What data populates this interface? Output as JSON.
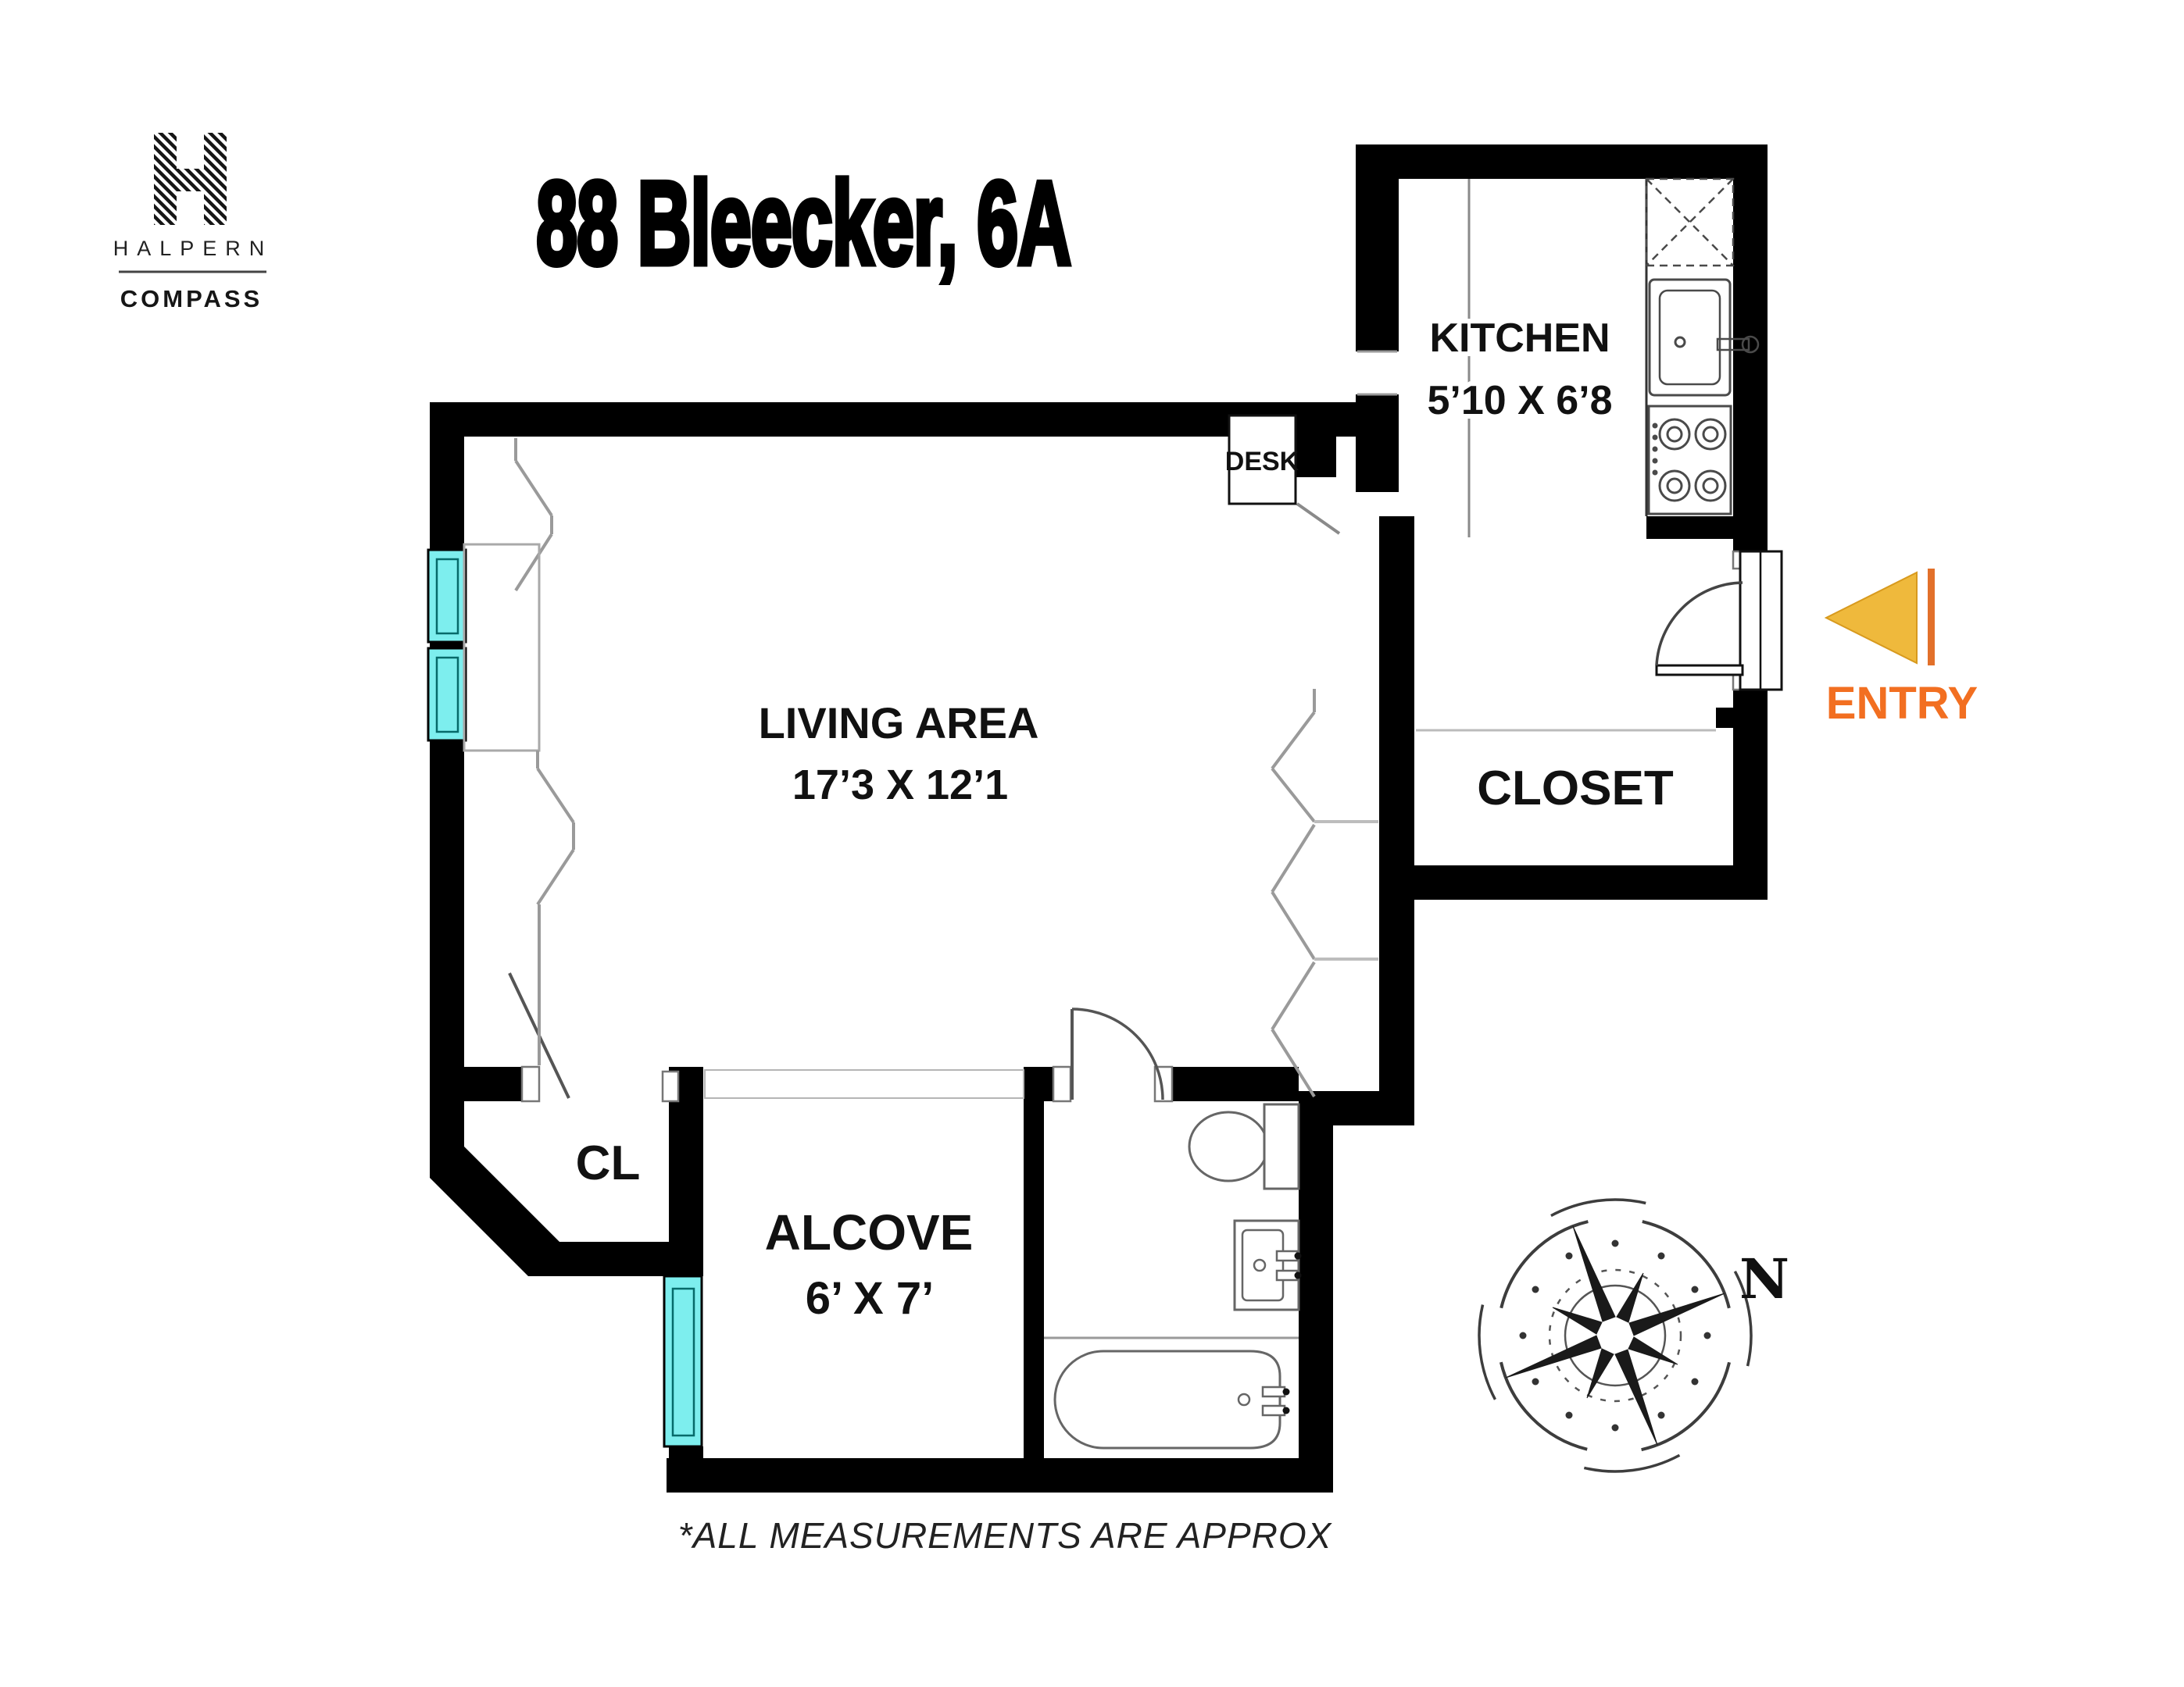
{
  "branding": {
    "logo_monogram": "H",
    "logo_name": "HALPERN",
    "logo_sub": "COMPASS"
  },
  "title": "88 Bleecker, 6A",
  "floorplan": {
    "rooms": [
      {
        "id": "kitchen",
        "name": "KITCHEN",
        "dimensions": "5’10 X 6’8"
      },
      {
        "id": "living-area",
        "name": "LIVING AREA",
        "dimensions": "17’3 X 12’1"
      },
      {
        "id": "closet",
        "name": "CLOSET"
      },
      {
        "id": "alcove",
        "name": "ALCOVE",
        "dimensions": "6’ X 7’"
      },
      {
        "id": "cl-closet",
        "name": "CL"
      },
      {
        "id": "desk",
        "name": "DESK"
      }
    ],
    "entry_label": "ENTRY",
    "compass_north_label": "N",
    "fixtures": [
      "upper-cabinet",
      "kitchen-sink",
      "stove",
      "toilet",
      "bathroom-sink",
      "bathtub",
      "windows"
    ],
    "colors": {
      "wall": "#000000",
      "window_glass": "#7deeee",
      "entry_arrow": "#efb93c",
      "entry_text": "#f26f21",
      "thin_line": "#8a8a8a"
    }
  },
  "footnote": "*ALL MEASUREMENTS ARE APPROX"
}
